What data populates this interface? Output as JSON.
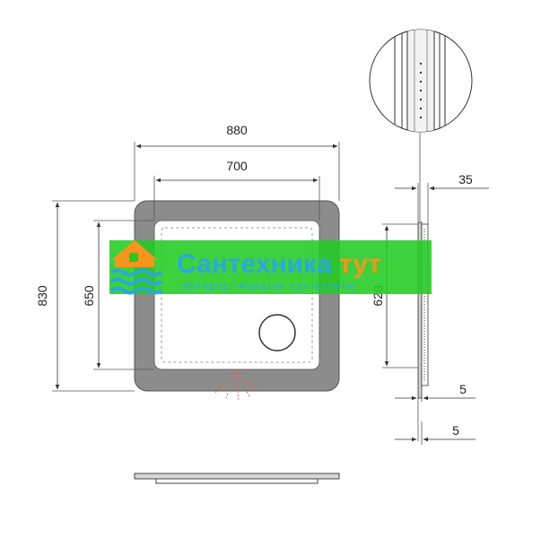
{
  "dimensions": {
    "outer_width": "880",
    "inner_width": "700",
    "outer_height": "830",
    "inner_height": "650",
    "side_height": "620",
    "depth": "35",
    "offset_a": "5",
    "offset_b": "5"
  },
  "watermark": {
    "brand_part1": "Сантехника",
    "brand_part2": "тут",
    "tagline": "интернет-магазин сантехники"
  },
  "colors": {
    "frame": "#8c8c8c",
    "line": "#444444",
    "watermark_band": "#22cc22",
    "brand_blue": "#2aa7df",
    "brand_orange": "#f7941d"
  }
}
